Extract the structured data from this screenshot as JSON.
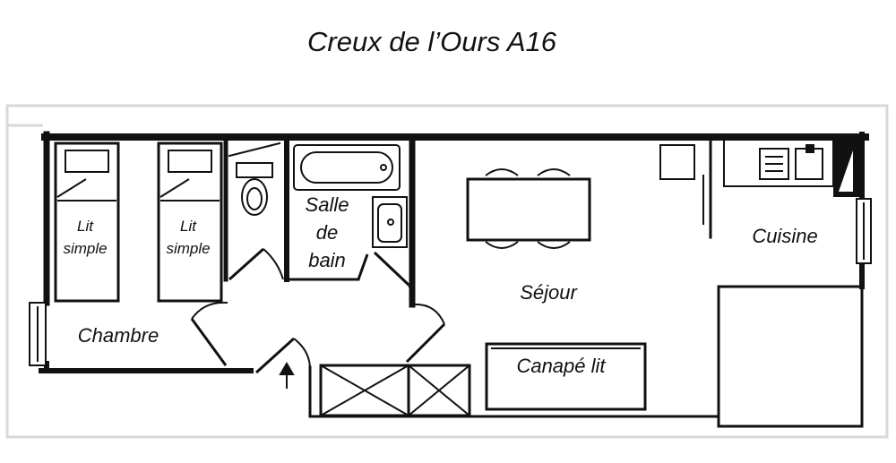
{
  "title": "Creux de l’Ours A16",
  "rooms": {
    "chambre": "Chambre",
    "salle_de_bain": [
      "Salle",
      "de",
      "bain"
    ],
    "sejour": "Séjour",
    "cuisine": "Cuisine"
  },
  "furniture": {
    "bed_1": [
      "Lit",
      "simple"
    ],
    "bed_2": [
      "Lit",
      "simple"
    ],
    "sofa_bed": "Canapé lit"
  },
  "colors": {
    "wall": "#111111",
    "fill": "#ffffff"
  }
}
